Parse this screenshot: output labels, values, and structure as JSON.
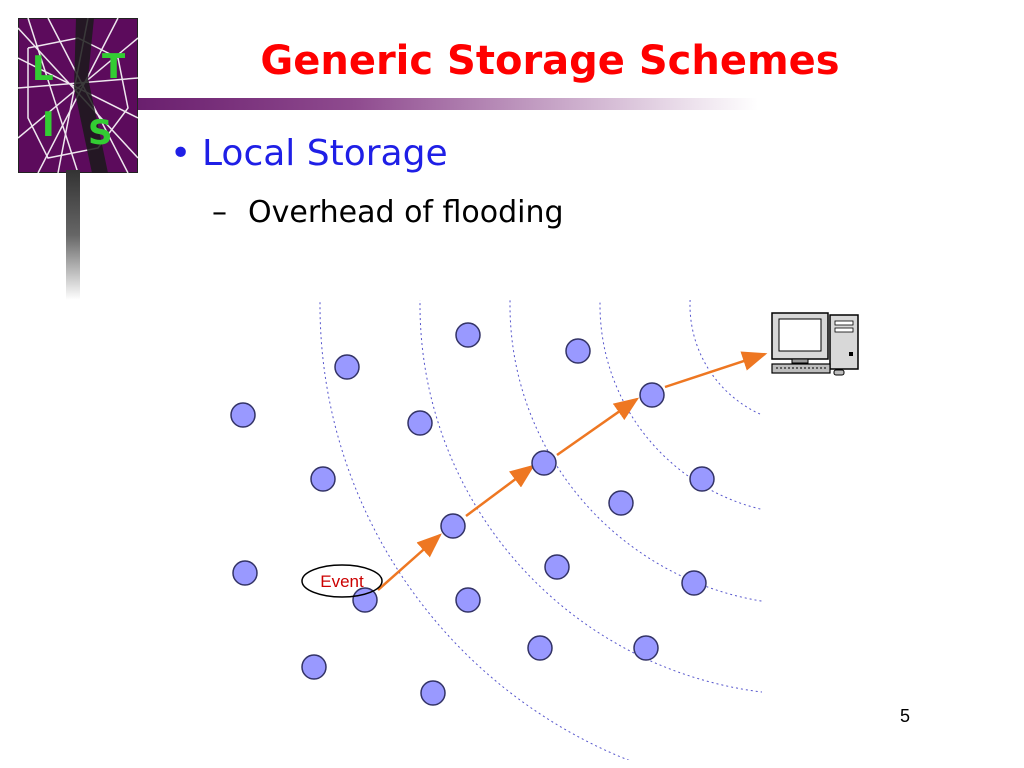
{
  "slide": {
    "title": "Generic Storage Schemes",
    "bullet": {
      "marker": "•",
      "text": "Local Storage"
    },
    "sub_bullet": {
      "marker": "–",
      "text": "Overhead of flooding"
    },
    "page_number": "5"
  },
  "logo": {
    "letters": [
      "L",
      "T",
      "I",
      "S"
    ],
    "background_color": "#5c0b5c",
    "letter_color": "#33cc33"
  },
  "diagram": {
    "event_label": "Event",
    "node_color": "#9999ff",
    "node_stroke": "#333366",
    "path_color": "#ee7722",
    "ring_color": "#5555cc",
    "event_color": "#cc0000",
    "sink_icon": "desktop-computer-icon",
    "hop_count": 4
  }
}
